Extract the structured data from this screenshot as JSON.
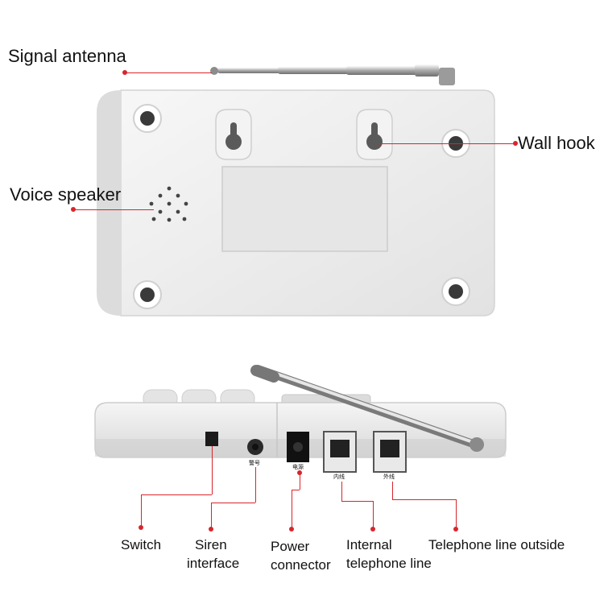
{
  "labels": {
    "signal_antenna": "Signal antenna",
    "wall_hook": "Wall hook",
    "voice_speaker": "Voice speaker",
    "switch": "Switch",
    "siren_line1": "Siren",
    "siren_line2": "interface",
    "power_line1": "Power",
    "power_line2": "connector",
    "internal_line1": "Internal",
    "internal_line2": "telephone line",
    "telephone_outside": "Telephone line outside"
  },
  "port_marks": {
    "siren": "警号",
    "power": "电源",
    "internal": "内线",
    "outside": "外线"
  },
  "colors": {
    "leader": "#d7262c",
    "device_body": "#eeeeee",
    "device_shadow": "#cfcfcf"
  }
}
